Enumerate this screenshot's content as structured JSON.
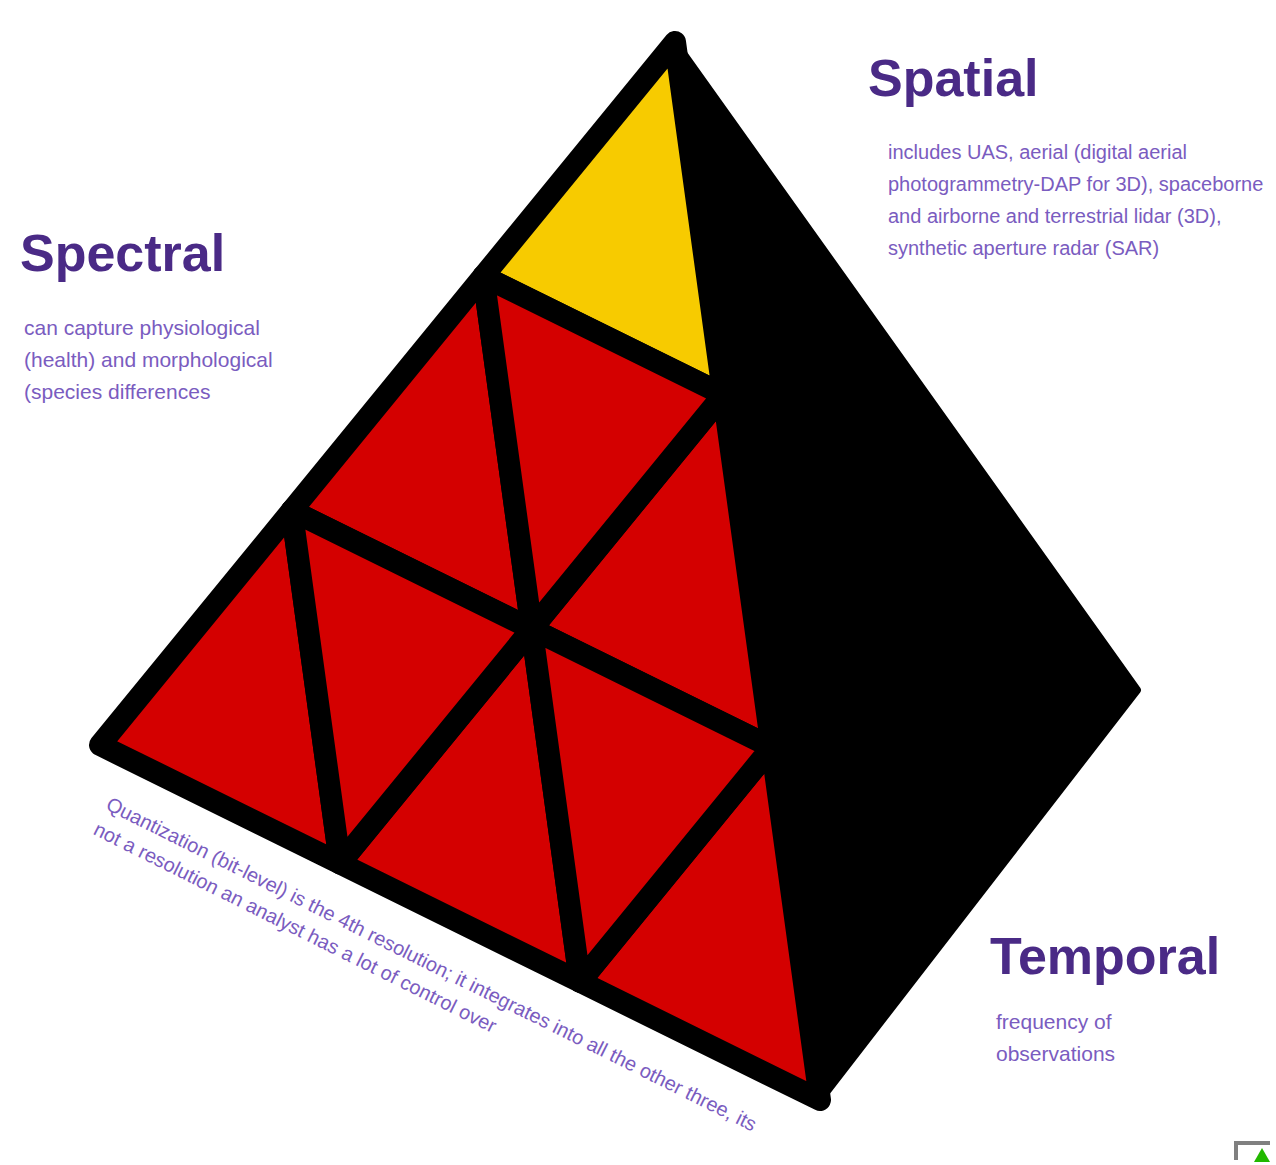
{
  "diagram": {
    "labels": [
      "Spatial",
      "includes UAS, aerial (digital aerial photogrammetry-DAP for 3D), spaceborne and airborne and terrestrial lidar (3D), synthetic aperture radar (SAR)",
      "Spectral",
      "can capture physiological (health) and morphological (species differences",
      "Temporal",
      "frequency of observations",
      "Quantization (bit-level) is the 4th resolution; it integrates into all the other three, its not a resolution an analyst has a lot of control over"
    ]
  }
}
